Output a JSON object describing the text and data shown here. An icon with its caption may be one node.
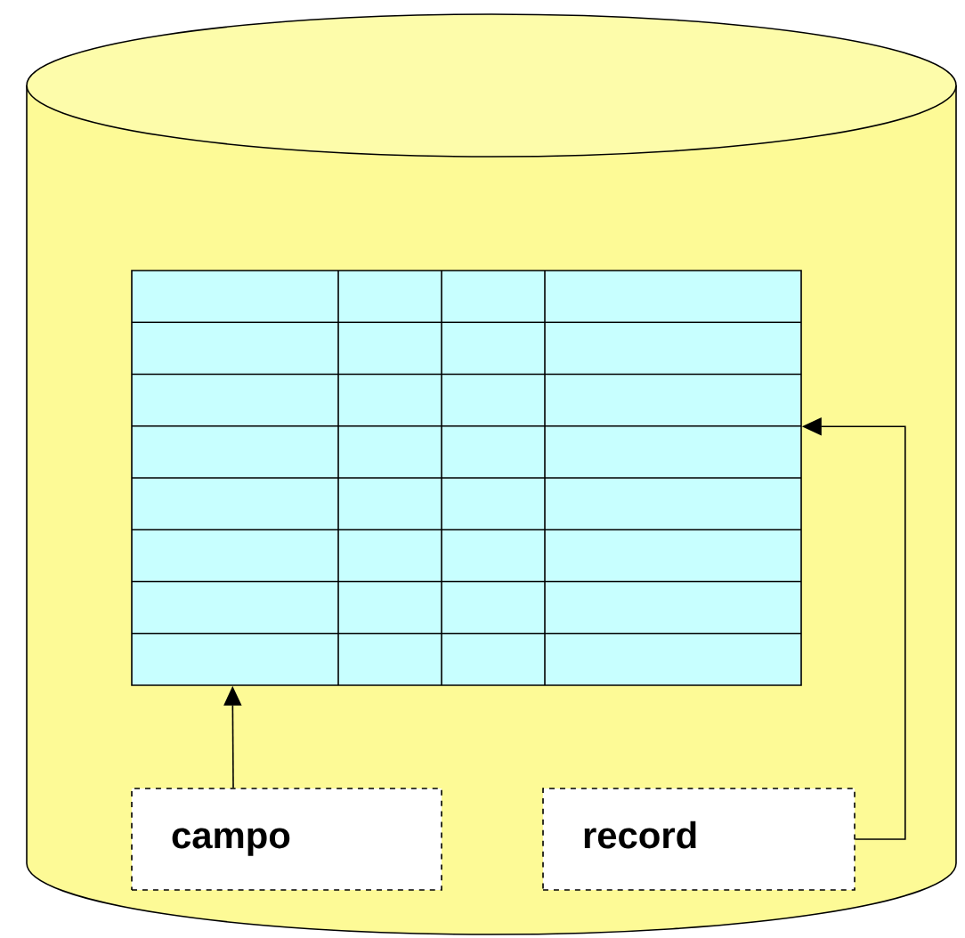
{
  "diagram": {
    "nodes": [
      {
        "text": [],
        "shape": "cylinder"
      },
      {
        "text": [],
        "shape": "table",
        "in": 0
      },
      {
        "text": [
          "campo"
        ],
        "in": 0
      },
      {
        "text": [
          "record"
        ],
        "in": 0
      }
    ],
    "edges": [
      {
        "from": 2,
        "to": 1,
        "arrow": "to"
      },
      {
        "from": 3,
        "to": 1,
        "arrow": "to"
      }
    ]
  }
}
